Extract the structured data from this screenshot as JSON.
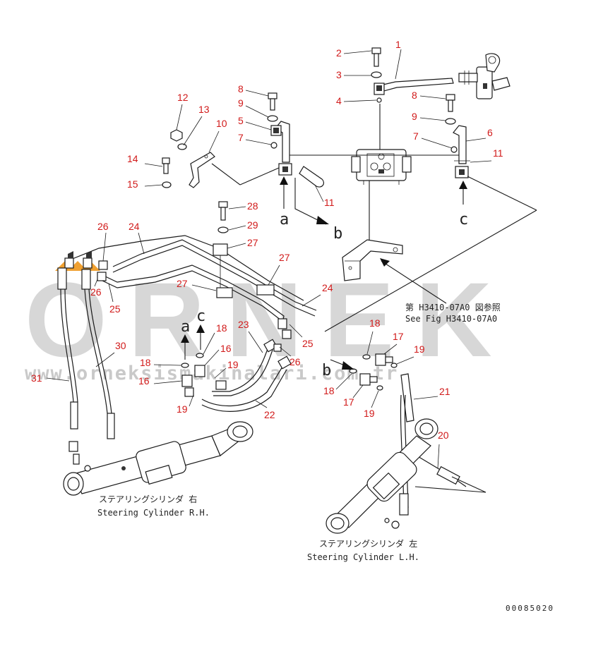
{
  "watermark": {
    "brand": "ORNEK",
    "url": "www.orneksismakinalari.com.tr",
    "accent_color": "#f0a030",
    "text_color": "#cfcfcf"
  },
  "part_number_color": "#d11a1a",
  "parts": {
    "p1": "1",
    "p2": "2",
    "p3": "3",
    "p4": "4",
    "p5": "5",
    "p6": "6",
    "p7a": "7",
    "p7b": "7",
    "p8a": "8",
    "p8b": "8",
    "p9a": "9",
    "p9b": "9",
    "p10": "10",
    "p11a": "11",
    "p11b": "11",
    "p12": "12",
    "p13": "13",
    "p14": "14",
    "p15": "15",
    "p16a": "16",
    "p16b": "16",
    "p17a": "17",
    "p17b": "17",
    "p18a": "18",
    "p18b": "18",
    "p18c": "18",
    "p18d": "18",
    "p19a": "19",
    "p19b": "19",
    "p19c": "19",
    "p19d": "19",
    "p20": "20",
    "p21": "21",
    "p22": "22",
    "p23": "23",
    "p24a": "24",
    "p24b": "24",
    "p25a": "25",
    "p25b": "25",
    "p26a": "26",
    "p26b": "26",
    "p26c": "26",
    "p27a": "27",
    "p27b": "27",
    "p27c": "27",
    "p28": "28",
    "p29": "29",
    "p30": "30",
    "p31": "31"
  },
  "view_labels": {
    "a1": "a",
    "b1": "b",
    "c1": "c",
    "a2": "a",
    "c2": "c",
    "b2": "b"
  },
  "captions": {
    "ref_jp": "第 H3410-07A0 図参照",
    "ref_en": "See Fig H3410-07A0",
    "cyl_rh_jp": "ステアリングシリンダ  右",
    "cyl_rh_en": "Steering Cylinder R.H.",
    "cyl_lh_jp": "ステアリングシリンダ  左",
    "cyl_lh_en": "Steering Cylinder L.H."
  },
  "document_number": "00085020"
}
